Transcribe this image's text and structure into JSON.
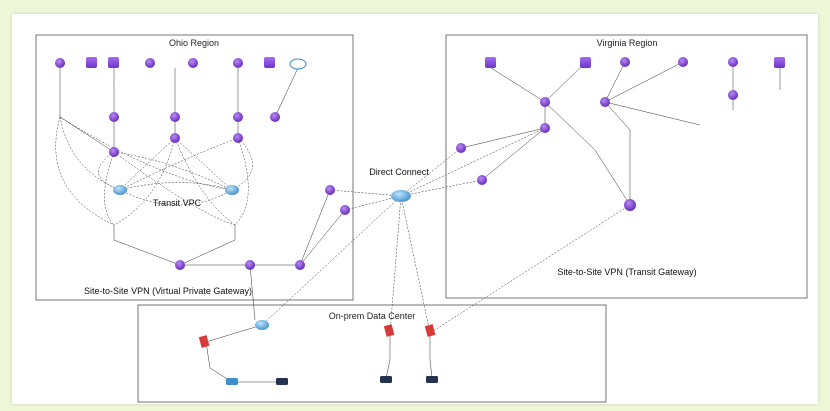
{
  "regions": {
    "ohio": "Ohio Region",
    "virginia": "Virginia Region",
    "onprem": "On-prem Data Center"
  },
  "labels": {
    "transit_vpc": "Transit VPC",
    "direct_connect": "Direct Connect",
    "vpn_vgw": "Site-to-Site VPN (Virtual Private Gateway)",
    "vpn_tgw": "Site-to-Site VPN (Transit Gateway)"
  },
  "colors": {
    "background": "#eef6d8",
    "region_border": "#555555",
    "vpc_node": "#8a4bd8",
    "gateway_node": "#6a2fc0",
    "router_node": "#4fa3d9",
    "onprem_node": "#d83a3a",
    "link": "#333333"
  }
}
